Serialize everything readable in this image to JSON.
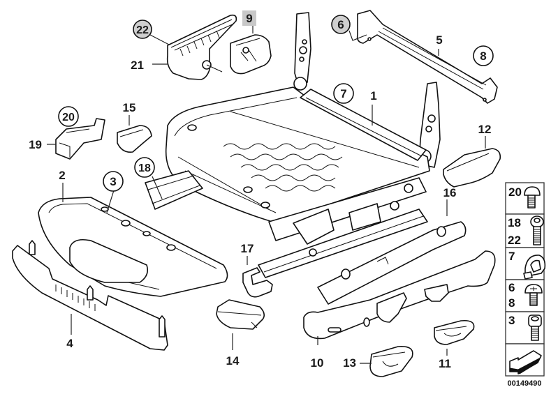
{
  "diagram": {
    "title": "Seat frame, front seat — exploded parts diagram",
    "diagram_number": "00149490",
    "callouts": [
      {
        "id": "c1",
        "label": "1",
        "circled": false,
        "highlighted": false
      },
      {
        "id": "c2",
        "label": "2",
        "circled": false,
        "highlighted": false
      },
      {
        "id": "c3",
        "label": "3",
        "circled": true,
        "highlighted": false
      },
      {
        "id": "c4",
        "label": "4",
        "circled": false,
        "highlighted": false
      },
      {
        "id": "c5",
        "label": "5",
        "circled": false,
        "highlighted": false
      },
      {
        "id": "c6",
        "label": "6",
        "circled": true,
        "highlighted": true
      },
      {
        "id": "c7",
        "label": "7",
        "circled": true,
        "highlighted": false
      },
      {
        "id": "c8",
        "label": "8",
        "circled": true,
        "highlighted": false
      },
      {
        "id": "c9",
        "label": "9",
        "circled": false,
        "highlighted": true
      },
      {
        "id": "c10",
        "label": "10",
        "circled": false,
        "highlighted": false
      },
      {
        "id": "c11",
        "label": "11",
        "circled": false,
        "highlighted": false
      },
      {
        "id": "c12",
        "label": "12",
        "circled": false,
        "highlighted": false
      },
      {
        "id": "c13",
        "label": "13",
        "circled": false,
        "highlighted": false
      },
      {
        "id": "c14",
        "label": "14",
        "circled": false,
        "highlighted": false
      },
      {
        "id": "c15",
        "label": "15",
        "circled": false,
        "highlighted": false
      },
      {
        "id": "c16",
        "label": "16",
        "circled": false,
        "highlighted": false
      },
      {
        "id": "c17",
        "label": "17",
        "circled": false,
        "highlighted": false
      },
      {
        "id": "c18",
        "label": "18",
        "circled": true,
        "highlighted": false
      },
      {
        "id": "c19",
        "label": "19",
        "circled": false,
        "highlighted": false
      },
      {
        "id": "c20",
        "label": "20",
        "circled": true,
        "highlighted": false
      },
      {
        "id": "c21",
        "label": "21",
        "circled": false,
        "highlighted": false
      },
      {
        "id": "c22",
        "label": "22",
        "circled": true,
        "highlighted": true
      }
    ],
    "legend": [
      {
        "labels": [
          "20"
        ],
        "icon": "button-head-screw-icon"
      },
      {
        "labels": [
          "18",
          "22"
        ],
        "icon": "long-screw-icon"
      },
      {
        "labels": [
          "7"
        ],
        "icon": "cable-clip-icon"
      },
      {
        "labels": [
          "6",
          "8"
        ],
        "icon": "phillips-screw-icon"
      },
      {
        "labels": [
          "3"
        ],
        "icon": "socket-head-screw-icon"
      },
      {
        "labels": [],
        "icon": "direction-arrow-icon"
      }
    ]
  }
}
